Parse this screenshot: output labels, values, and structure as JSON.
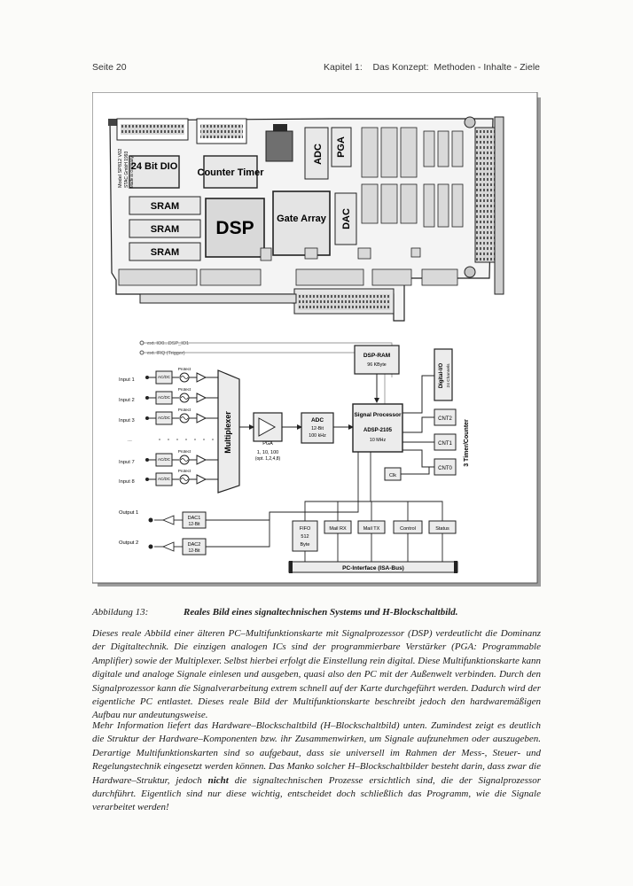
{
  "header": {
    "page": "Seite 20",
    "chapter": "Kapitel 1:    Das Konzept:  Methoden - Inhalte - Ziele"
  },
  "figure": {
    "board": {
      "chips": {
        "dio": "24 Bit DIO",
        "counter": "Counter Timer",
        "sram": [
          "SRAM",
          "SRAM",
          "SRAM"
        ],
        "dsp": "DSP",
        "gate_array": "Gate Array",
        "adc": "ADC",
        "pga": "PGA",
        "dac": "DAC"
      },
      "silkscreen": [
        "Model SP812 V02",
        "STAC GmbH 1993",
        "Made in Germany"
      ]
    },
    "diagram": {
      "top_signals": [
        "ext. IO0...DSP_IO1",
        "ext. IRQ (Trigger)"
      ],
      "inputs": [
        "Input 1",
        "Input 2",
        "Input 3",
        "...",
        "Input 7",
        "Input 8"
      ],
      "acdc": "AC/DC",
      "protect": "Protect",
      "multiplexer": "Multiplexer",
      "pga": {
        "label": "PGA",
        "gains": "1, 10, 100",
        "opt": "(opt. 1,2,4,8)"
      },
      "adc": {
        "title": "ADC",
        "bits": "12-Bit",
        "rate": "100 kHz"
      },
      "dsp_ram": {
        "title": "DSP-RAM",
        "size": "96 KByte"
      },
      "signal_processor": {
        "title": "Signal Processor",
        "model": "ADSP-2105",
        "clock": "10 MHz"
      },
      "digital_io": {
        "title": "Digital-I/O",
        "channels": "24 Channels"
      },
      "counters": [
        "CNT2",
        "CNT1",
        "CNT0"
      ],
      "timer_counter": "3 Timer/Counter",
      "clk": "Clk",
      "outputs": [
        "Output 1",
        "Output 2"
      ],
      "dacs": [
        {
          "title": "DAC1",
          "bits": "12-Bit"
        },
        {
          "title": "DAC2",
          "bits": "12-Bit"
        }
      ],
      "fifo": {
        "title": "FIFO",
        "size": "512",
        "unit": "Byte"
      },
      "registers": [
        "Mail RX",
        "Mail TX",
        "Control",
        "Status"
      ],
      "bus": "PC-Interface (ISA-Bus)"
    }
  },
  "caption": {
    "label": "Abbildung 13:",
    "title": "Reales Bild eines signaltechnischen Systems und H-Blockschaltbild."
  },
  "paragraphs": [
    "Dieses reale Abbild einer älteren PC–Multifunktionskarte mit Signalprozessor (DSP) verdeutlicht die Dominanz der Digitaltechnik. Die einzigen analogen ICs sind der programmierbare Verstärker (PGA: Programmable Amplifier) sowie der Multiplexer. Selbst hierbei erfolgt die Einstellung rein digital. Diese Multifunktionskarte kann digitale und analoge Signale einlesen und ausgeben, quasi also den PC mit der Außenwelt verbinden. Durch den Signalprozessor kann die Signalverarbeitung extrem schnell auf der Karte durchgeführt werden. Dadurch wird der eigentliche PC entlastet. Dieses reale Bild der Multifunktionskarte beschreibt jedoch den hardwaremäßigen Aufbau nur andeutungsweise.",
    {
      "before": "Mehr Information liefert das Hardware–Blockschaltbild (H–Blockschaltbild) unten. Zumindest zeigt es deutlich die Struktur der Hardware–Komponenten bzw. ihr Zusammenwirken, um Signale aufzunehmen oder auszugeben. Derartige Multifunktionskarten sind so aufgebaut, dass sie universell im Rahmen der Mess-, Steuer- und Regelungstechnik eingesetzt werden können. Das Manko solcher H–Blockschaltbilder besteht darin, dass zwar die Hardware–Struktur, jedoch ",
      "bold": "nicht",
      "after": " die signaltechnischen Prozesse ersichtlich sind, die der Signalprozessor durchführt. Eigentlich sind nur diese wichtig, entscheidet doch schließlich das Programm, wie die Signale verarbeitet werden!"
    }
  ]
}
